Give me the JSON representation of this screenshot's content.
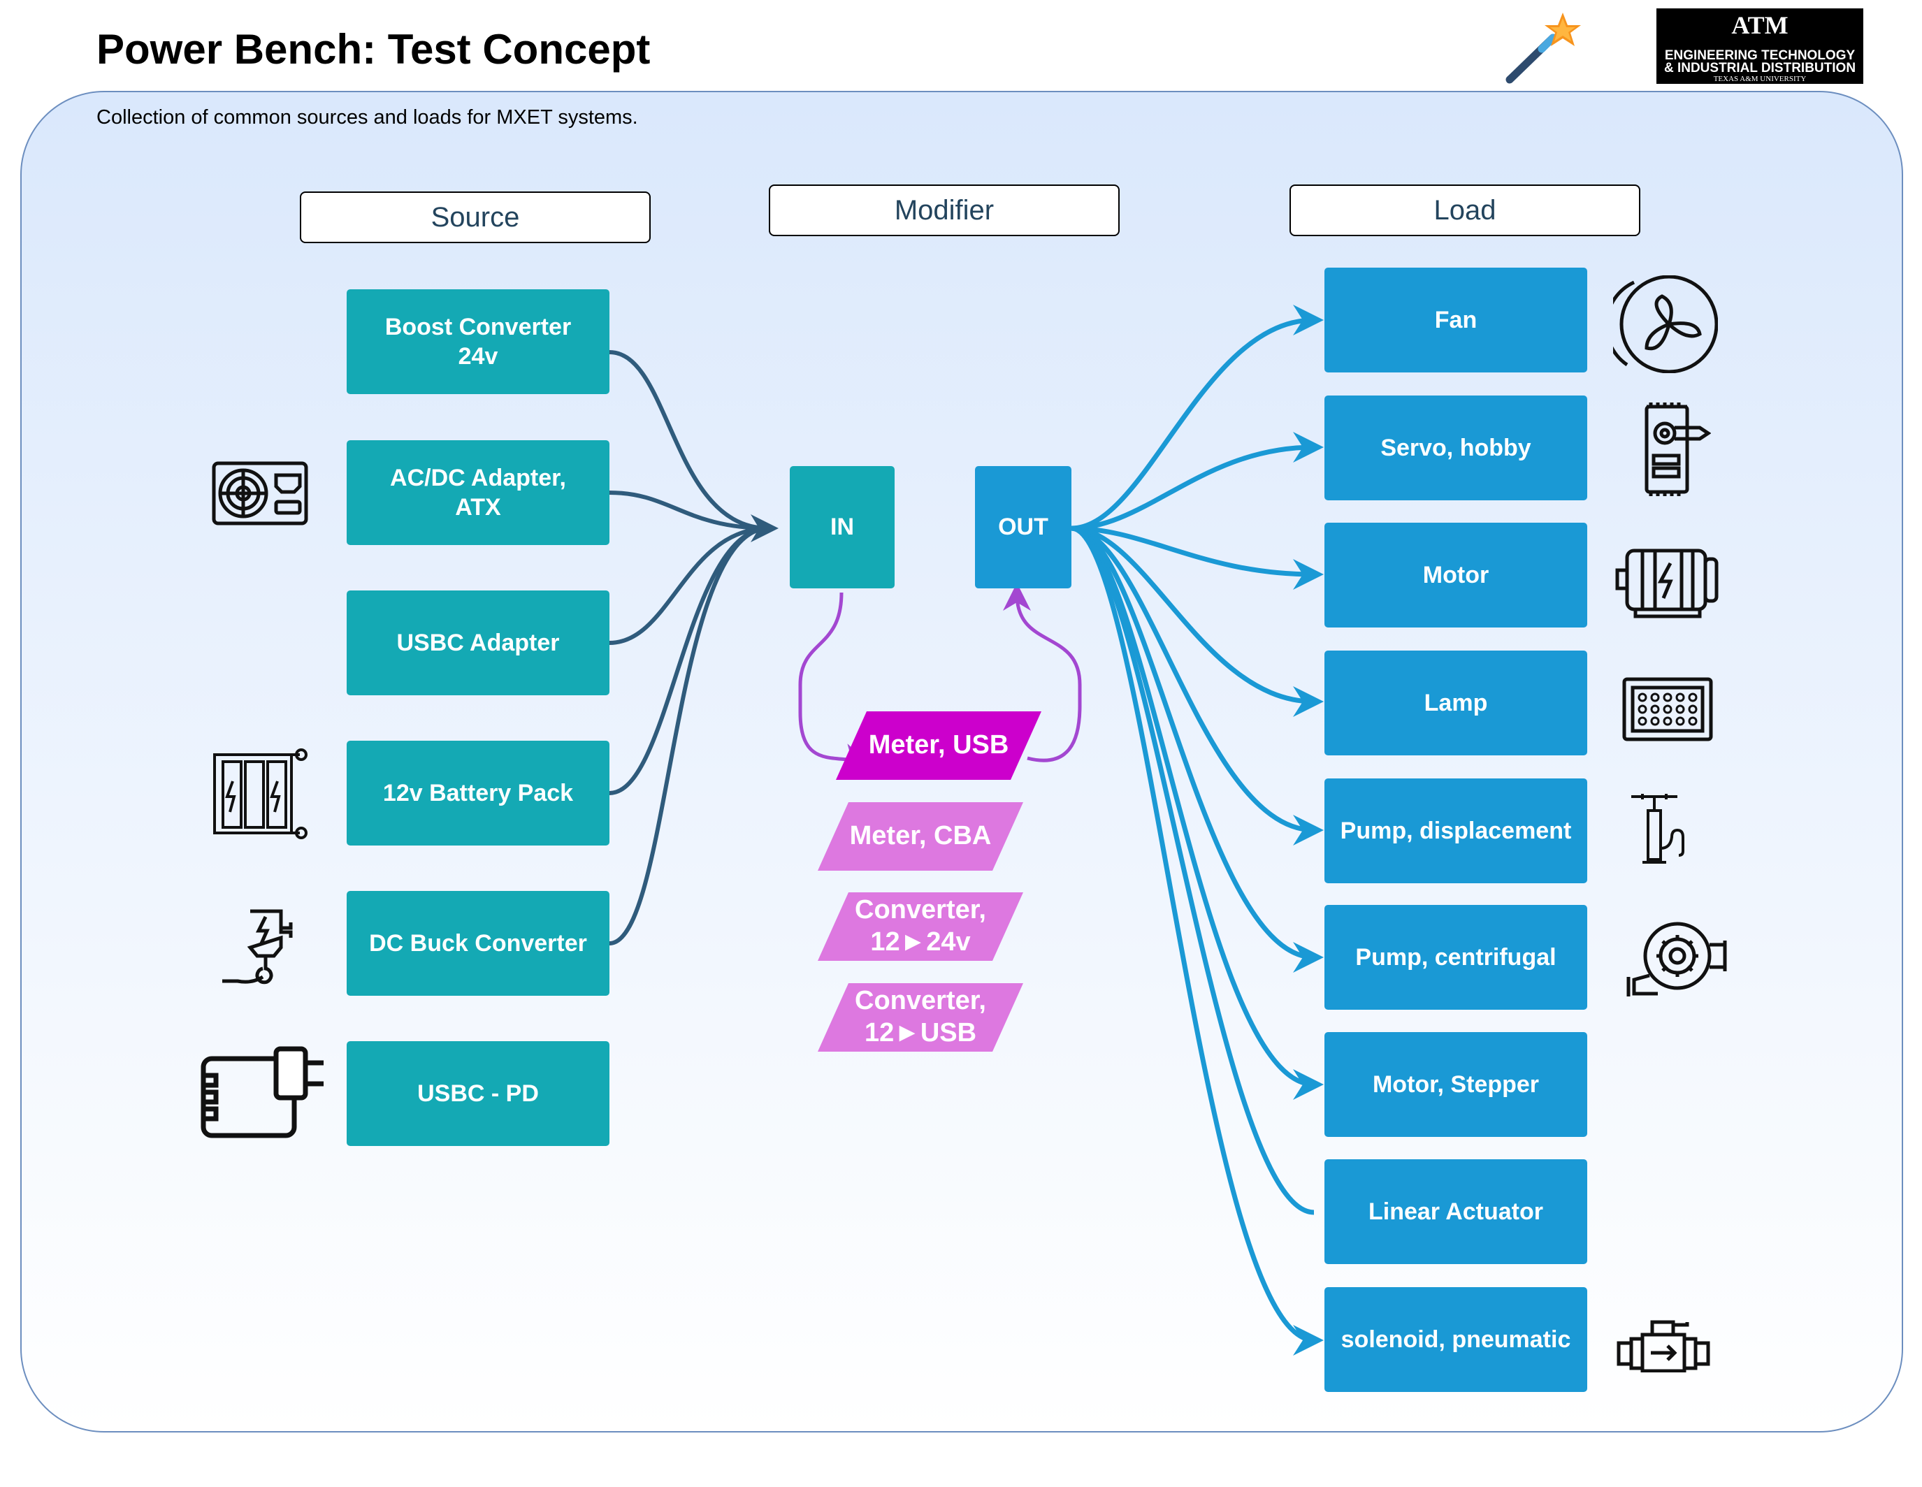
{
  "title": "Power Bench: Test Concept",
  "subtitle": "Collection of common sources and loads for MXET systems.",
  "logo": {
    "line1": "ENGINEERING TECHNOLOGY",
    "line2": "& INDUSTRIAL DISTRIBUTION",
    "line3": "TEXAS A&M UNIVERSITY",
    "mark": "ATM"
  },
  "headers": {
    "source": "Source",
    "modifier": "Modifier",
    "load": "Load"
  },
  "sources": [
    {
      "label": "Boost Converter\n24v",
      "icon": "none"
    },
    {
      "label": "AC/DC Adapter,\nATX",
      "icon": "power-supply-icon"
    },
    {
      "label": "USBC Adapter",
      "icon": "none"
    },
    {
      "label": "12v Battery Pack",
      "icon": "battery-pack-icon"
    },
    {
      "label": "DC Buck Converter",
      "icon": "charger-plug-icon"
    },
    {
      "label": "USBC - PD",
      "icon": "wall-adapter-icon"
    }
  ],
  "modifier": {
    "in_label": "IN",
    "out_label": "OUT",
    "items": [
      {
        "label": "Meter, USB",
        "color": "#cc00cc"
      },
      {
        "label": "Meter, CBA",
        "color": "#dd78e0"
      },
      {
        "label": "Converter,\n12►24v",
        "color": "#dd78e0"
      },
      {
        "label": "Converter,\n12►USB",
        "color": "#dd78e0"
      }
    ]
  },
  "loads": [
    {
      "label": "Fan",
      "icon": "fan-icon"
    },
    {
      "label": "Servo, hobby",
      "icon": "servo-icon"
    },
    {
      "label": "Motor",
      "icon": "motor-icon"
    },
    {
      "label": "Lamp",
      "icon": "lamp-icon"
    },
    {
      "label": "Pump, displacement",
      "icon": "hand-pump-icon"
    },
    {
      "label": "Pump, centrifugal",
      "icon": "centrifugal-pump-icon"
    },
    {
      "label": "Motor, Stepper",
      "icon": "none"
    },
    {
      "label": "Linear Actuator",
      "icon": "none"
    },
    {
      "label": "solenoid, pneumatic",
      "icon": "solenoid-valve-icon"
    }
  ],
  "colors": {
    "source_box": "#14a9b4",
    "load_box": "#1a99d5",
    "source_edge": "#2f5b7c",
    "load_edge": "#1a99d5",
    "loop_edge": "#a347d1",
    "panel_border": "#6c8ebf"
  }
}
